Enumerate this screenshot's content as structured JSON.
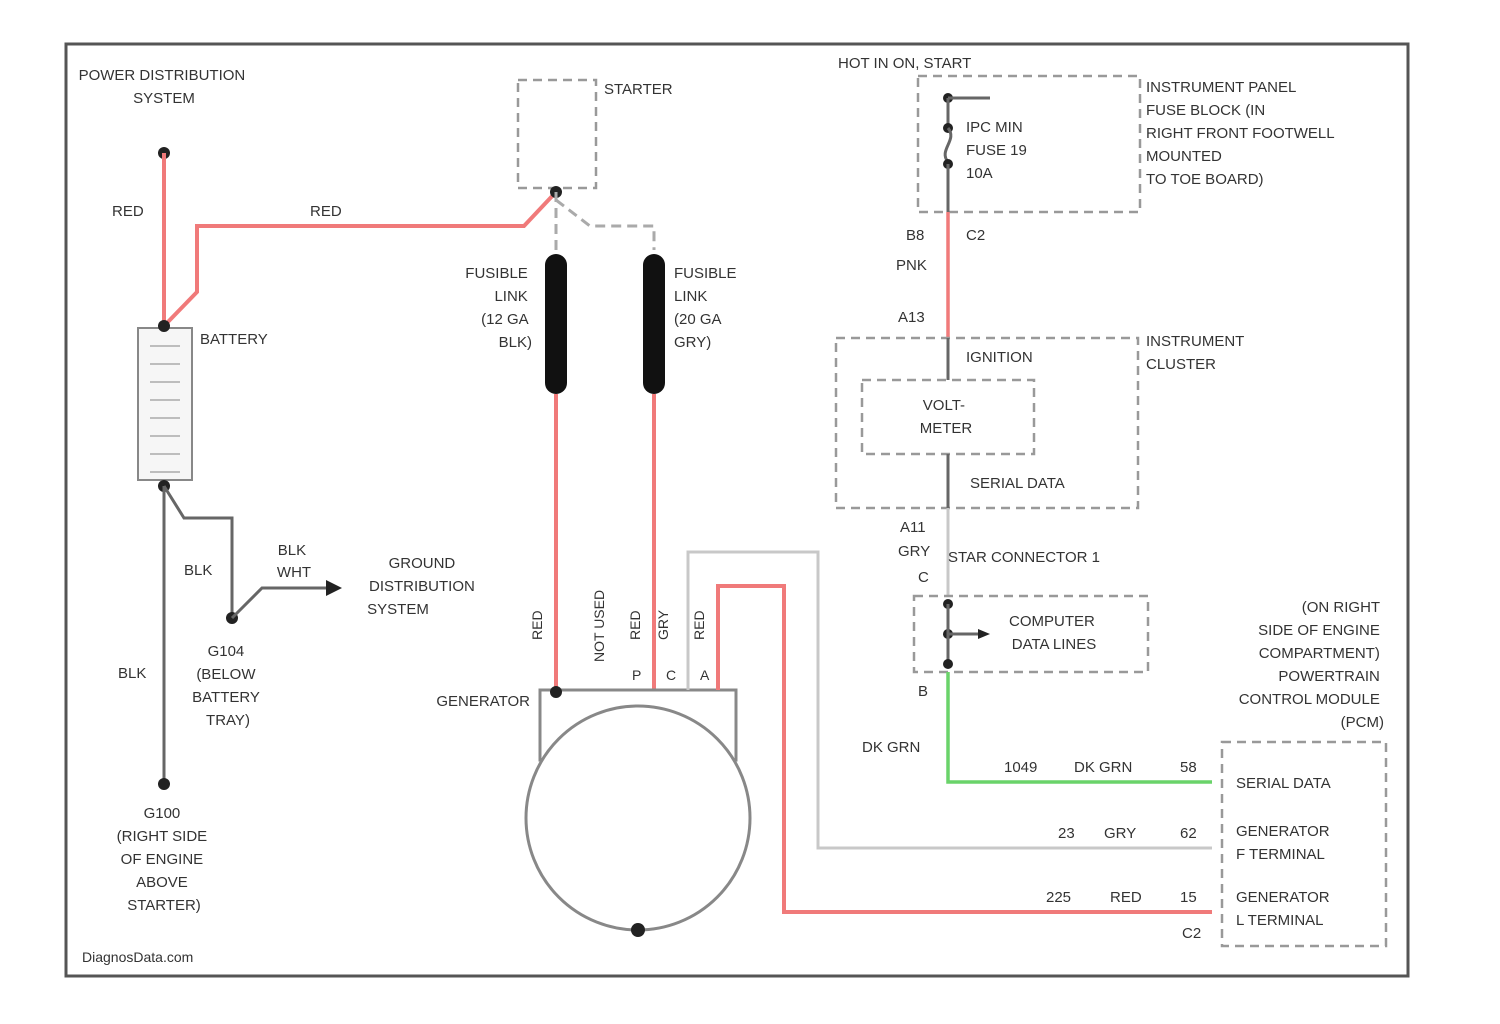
{
  "labels": {
    "power_distribution": [
      "POWER DISTRIBUTION",
      "SYSTEM"
    ],
    "starter": "STARTER",
    "hot_label": "HOT IN ON, START",
    "ip_fuse_block": [
      "INSTRUMENT PANEL",
      "FUSE BLOCK (IN",
      "RIGHT FRONT FOOTWELL",
      "MOUNTED",
      "TO TOE BOARD)"
    ],
    "ipc_fuse": [
      "IPC MIN",
      "FUSE 19",
      "10A"
    ],
    "battery": "BATTERY",
    "red1": "RED",
    "red2": "RED",
    "fusible_left": [
      "FUSIBLE",
      "LINK",
      "(12 GA",
      "BLK)"
    ],
    "fusible_right": [
      "FUSIBLE",
      "LINK",
      "(20 GA",
      "GRY)"
    ],
    "pin_b8": "B8",
    "pin_c2": "C2",
    "pnk": "PNK",
    "pin_a13": "A13",
    "instrument_cluster": [
      "INSTRUMENT",
      "CLUSTER"
    ],
    "ignition": "IGNITION",
    "voltmeter": [
      "VOLT-",
      "METER"
    ],
    "serial_data_cluster": "SERIAL DATA",
    "pin_a11": "A11",
    "gry": "GRY",
    "pin_c": "C",
    "star_connector": "STAR CONNECTOR 1",
    "computer_data_lines": [
      "COMPUTER",
      "DATA LINES"
    ],
    "pin_b": "B",
    "blk": "BLK",
    "blk_wht": [
      "BLK",
      "WHT"
    ],
    "ground_distribution": [
      "GROUND",
      "DISTRIBUTION",
      "SYSTEM"
    ],
    "g104": [
      "G104",
      "(BELOW",
      "BATTERY",
      "TRAY)"
    ],
    "blk2": "BLK",
    "g100": [
      "G100",
      "(RIGHT SIDE",
      "OF ENGINE",
      "ABOVE",
      "STARTER)"
    ],
    "generator": "GENERATOR",
    "wire_red_a": "RED",
    "not_used": "NOT USED",
    "wire_red_b": "RED",
    "wire_gry": "GRY",
    "wire_red_c": "RED",
    "term_p": "P",
    "term_c": "C",
    "term_a": "A",
    "pcm_note": [
      "(ON RIGHT",
      "SIDE OF ENGINE",
      "COMPARTMENT)",
      "POWERTRAIN",
      "CONTROL MODULE",
      "(PCM)"
    ],
    "dk_grn": "DK GRN",
    "ckt_1049": "1049",
    "dk_grn2": "DK GRN",
    "pin_58": "58",
    "serial_data_pcm": "SERIAL DATA",
    "ckt_23": "23",
    "gry2": "GRY",
    "pin_62": "62",
    "gen_f_terminal": [
      "GENERATOR",
      "F TERMINAL"
    ],
    "ckt_225": "225",
    "red3": "RED",
    "pin_15": "15",
    "gen_l_terminal": [
      "GENERATOR",
      "L TERMINAL"
    ],
    "pin_c2b": "C2",
    "watermark": "DiagnosData.com"
  },
  "colors": {
    "red_wire": "#f07a7a",
    "green_wire": "#6ad36a",
    "gray_wire": "#c8c8c8",
    "black_wire": "#666666"
  }
}
